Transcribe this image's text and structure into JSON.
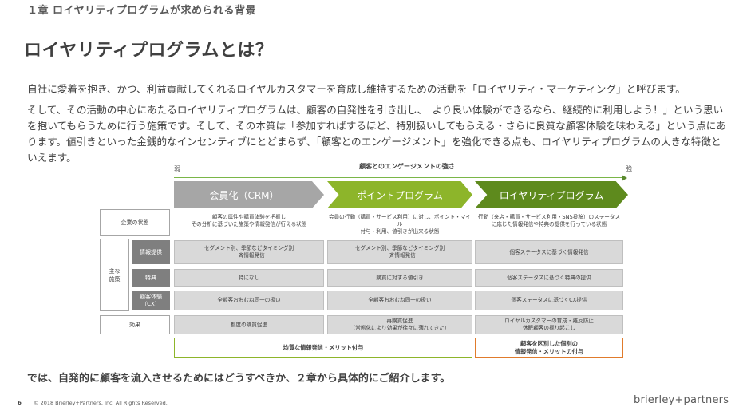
{
  "header": {
    "chapter": "１章  ロイヤリティプログラムが求められる背景",
    "title": "ロイヤリティプログラムとは？"
  },
  "body": {
    "paragraph1": "自社に愛着を抱き、かつ、利益貢献してくれるロイヤルカスタマーを育成し維持するための活動を「ロイヤリティ・マーケティング」と呼びます。",
    "paragraph2": "そして、その活動の中心にあたるロイヤリティプログラムは、顧客の自発性を引き出し、「より良い体験ができるなら、継続的に利用しよう！」という思いを抱いてもらうために行う施策です。そして、その本質は「参加すればするほど、特別扱いしてもらえる・さらに良質な顧客体験を味わえる」という点にあります。値引きといった金銭的なインセンティブにとどまらず、「顧客とのエンゲージメント」を強化できる点も、ロイヤリティプログラムの大きな特徴といえます。"
  },
  "diagram": {
    "axis": {
      "title": "顧客とのエンゲージメントの強さ",
      "weak": "弱",
      "strong": "強"
    },
    "stages": [
      "会員化（CRM）",
      "ポイントプログラム",
      "ロイヤリティプログラム"
    ],
    "row_labels": {
      "company_state": "企業の状態",
      "main_measures": "主な\n施策",
      "info": "情報提供",
      "benefit": "特典",
      "cx": "顧客体験\n（CX）",
      "effect": "効果"
    },
    "company_state": [
      "顧客の属性や購買体験を把握し\nその分析に基づいた施策や情報発信が行える状態",
      "会員の行動（購買・サービス利用）に対し、ポイント・マイル\n付与・利用、値引きが出来る状態",
      "行動（来店・購買・サービス利用・SNS投稿）のステータス\nに応じた情報発信や特典の提供を行っている状態"
    ],
    "info": [
      "セグメント別、季節などタイミング別\n一斉情報発信",
      "セグメント別、季節などタイミング別\n一斉情報発信",
      "個客ステータスに基づく情報発信"
    ],
    "benefit": [
      "特になし",
      "購買に対する値引き",
      "個客ステータスに基づく特典の提供"
    ],
    "cx": [
      "全顧客おおむね同一の扱い",
      "全顧客おおむね同一の扱い",
      "個客ステータスに基づくCX提供"
    ],
    "effect": [
      "都度の購買促進",
      "再購買促進\n（常態化により効果が徐々に薄れてきた）",
      "ロイヤルカスタマーの育成・離反防止\n休眠顧客の掘り起こし"
    ],
    "summary": [
      "均質な情報発信・メリット付与",
      "顧客を区別した個別の\n情報発信・メリットの付与"
    ]
  },
  "conclusion": "では、自発的に顧客を流入させるためにはどうすべきか、２章から具体的にご紹介します。",
  "footer": {
    "page_number": "6",
    "copyright": "© 2018 Brierley+Partners, Inc. All Rights Reserved.",
    "logo": "brierley+partners"
  },
  "colors": {
    "stage1": "#a6a6a6",
    "stage2": "#8db52a",
    "stage3": "#5e8a1d",
    "summary_highlight": "#e07b2c"
  }
}
